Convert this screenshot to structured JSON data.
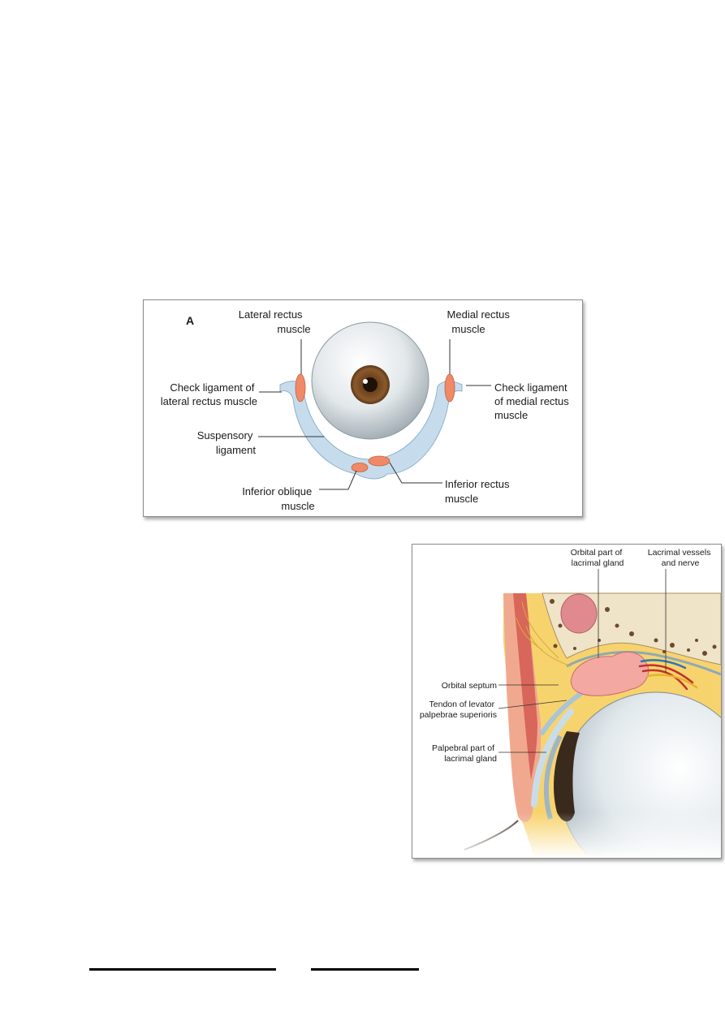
{
  "figure_a": {
    "panel_letter": "A",
    "labels": {
      "lateral_rectus": [
        "Lateral rectus",
        "muscle"
      ],
      "medial_rectus": [
        "Medial rectus",
        "muscle"
      ],
      "check_lig_lateral": [
        "Check ligament of",
        "lateral rectus muscle"
      ],
      "check_lig_medial": [
        "Check ligament",
        "of medial rectus",
        "muscle"
      ],
      "suspensory": [
        "Suspensory",
        "ligament"
      ],
      "inferior_oblique": [
        "Inferior oblique",
        "muscle"
      ],
      "inferior_rectus": [
        "Inferior rectus",
        "muscle"
      ]
    },
    "colors": {
      "muscle": "#f08a66",
      "ligament": "#c6dced",
      "sclera": "#e6ebee",
      "iris": "#7a4a22"
    }
  },
  "figure_b": {
    "labels": {
      "orbital_part": [
        "Orbital part of",
        "lacrimal gland"
      ],
      "lacrimal_vessels": [
        "Lacrimal vessels",
        "and nerve"
      ],
      "orbital_septum": [
        "Orbital septum"
      ],
      "tendon_levator": [
        "Tendon of levator",
        "palpebrae superioris"
      ],
      "palpebral_part": [
        "Palpebral part of",
        "lacrimal gland"
      ]
    },
    "colors": {
      "fat": "#f7d36e",
      "bone": "#efe4c7",
      "gland": "#f3a8a2",
      "muscle": "#d8665a",
      "globe": "#dfe7ec"
    }
  }
}
